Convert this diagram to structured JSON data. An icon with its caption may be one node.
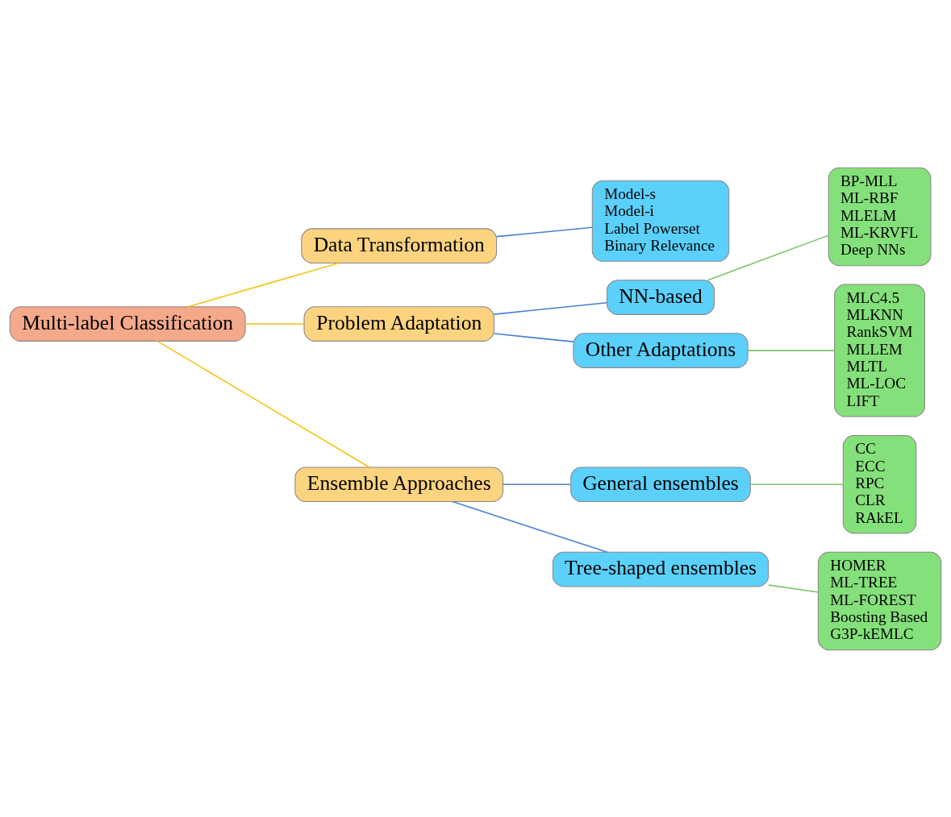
{
  "diagram": {
    "nodes": [
      {
        "text": [
          "Multi-label Classification"
        ]
      },
      {
        "text": [
          "Data Transformation"
        ]
      },
      {
        "text": [
          "Model-s",
          "Model-i",
          "Label Powerset",
          "Binary Relevance"
        ]
      },
      {
        "text": [
          "Problem Adaptation"
        ]
      },
      {
        "text": [
          "NN-based"
        ]
      },
      {
        "text": [
          "BP-MLL",
          "ML-RBF",
          "MLELM",
          "ML-KRVFL",
          "Deep NNs"
        ]
      },
      {
        "text": [
          "Other Adaptations"
        ]
      },
      {
        "text": [
          "MLC4.5",
          "MLKNN",
          "RankSVM",
          "MLLEM",
          "MLTL",
          "ML-LOC",
          "LIFT"
        ]
      },
      {
        "text": [
          "Ensemble Approaches"
        ]
      },
      {
        "text": [
          "General ensembles"
        ]
      },
      {
        "text": [
          "CC",
          "ECC",
          "RPC",
          "CLR",
          "RAkEL"
        ]
      },
      {
        "text": [
          "Tree-shaped ensembles"
        ]
      },
      {
        "text": [
          "HOMER",
          "ML-TREE",
          "ML-FOREST",
          "Boosting Based",
          "G3P-kEMLC"
        ]
      }
    ],
    "edges": [
      {
        "from": 0,
        "to": 1,
        "arrow": "none",
        "color": "#f5c518"
      },
      {
        "from": 0,
        "to": 3,
        "arrow": "none",
        "color": "#f5c518"
      },
      {
        "from": 0,
        "to": 8,
        "arrow": "none",
        "color": "#f5c518"
      },
      {
        "from": 1,
        "to": 2,
        "arrow": "none"
      },
      {
        "from": 3,
        "to": 4,
        "arrow": "none"
      },
      {
        "from": 3,
        "to": 6,
        "arrow": "none"
      },
      {
        "from": 8,
        "to": 9,
        "arrow": "none"
      },
      {
        "from": 8,
        "to": 11,
        "arrow": "none"
      },
      {
        "from": 4,
        "to": 5,
        "arrow": "none",
        "color": "#7cc46a"
      },
      {
        "from": 6,
        "to": 7,
        "arrow": "none",
        "color": "#7cc46a"
      },
      {
        "from": 9,
        "to": 10,
        "arrow": "none",
        "color": "#7cc46a"
      },
      {
        "from": 11,
        "to": 12,
        "arrow": "none",
        "color": "#7cc46a"
      }
    ]
  }
}
